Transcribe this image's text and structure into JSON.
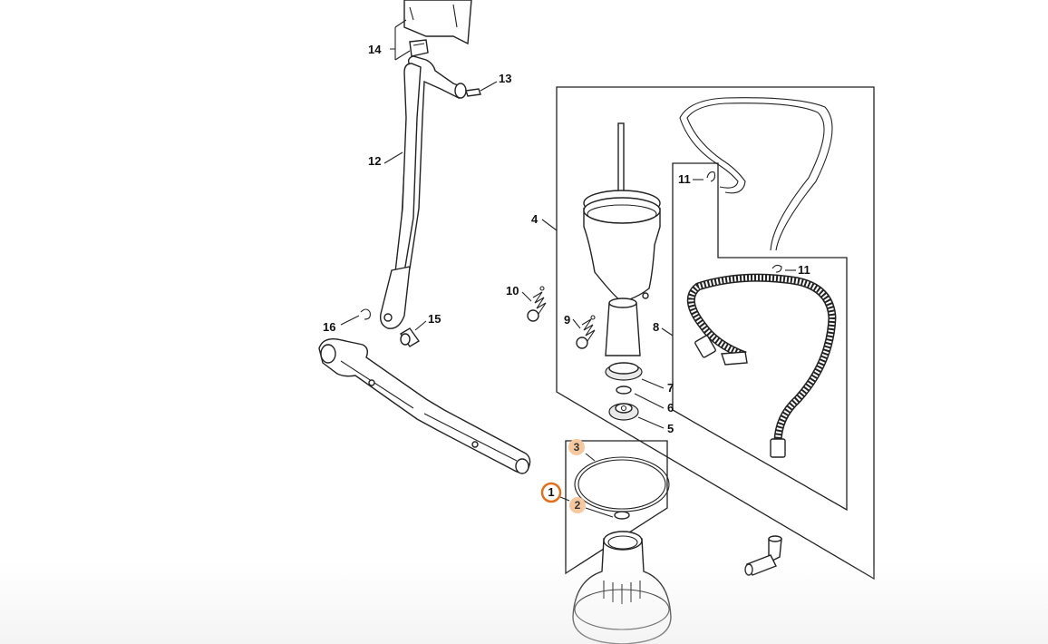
{
  "diagram": {
    "callouts": {
      "c1": "1",
      "c2": "2",
      "c3": "3",
      "c4": "4",
      "c5": "5",
      "c6": "6",
      "c7": "7",
      "c8": "8",
      "c9": "9",
      "c10": "10",
      "c11a": "11",
      "c11b": "11",
      "c12": "12",
      "c13": "13",
      "c14": "14",
      "c15": "15",
      "c16": "16"
    },
    "selected_callout": "1",
    "colors": {
      "selected_ring": "#e07020",
      "highlight_bg": "#f6c8a0",
      "line": "#222222"
    }
  }
}
